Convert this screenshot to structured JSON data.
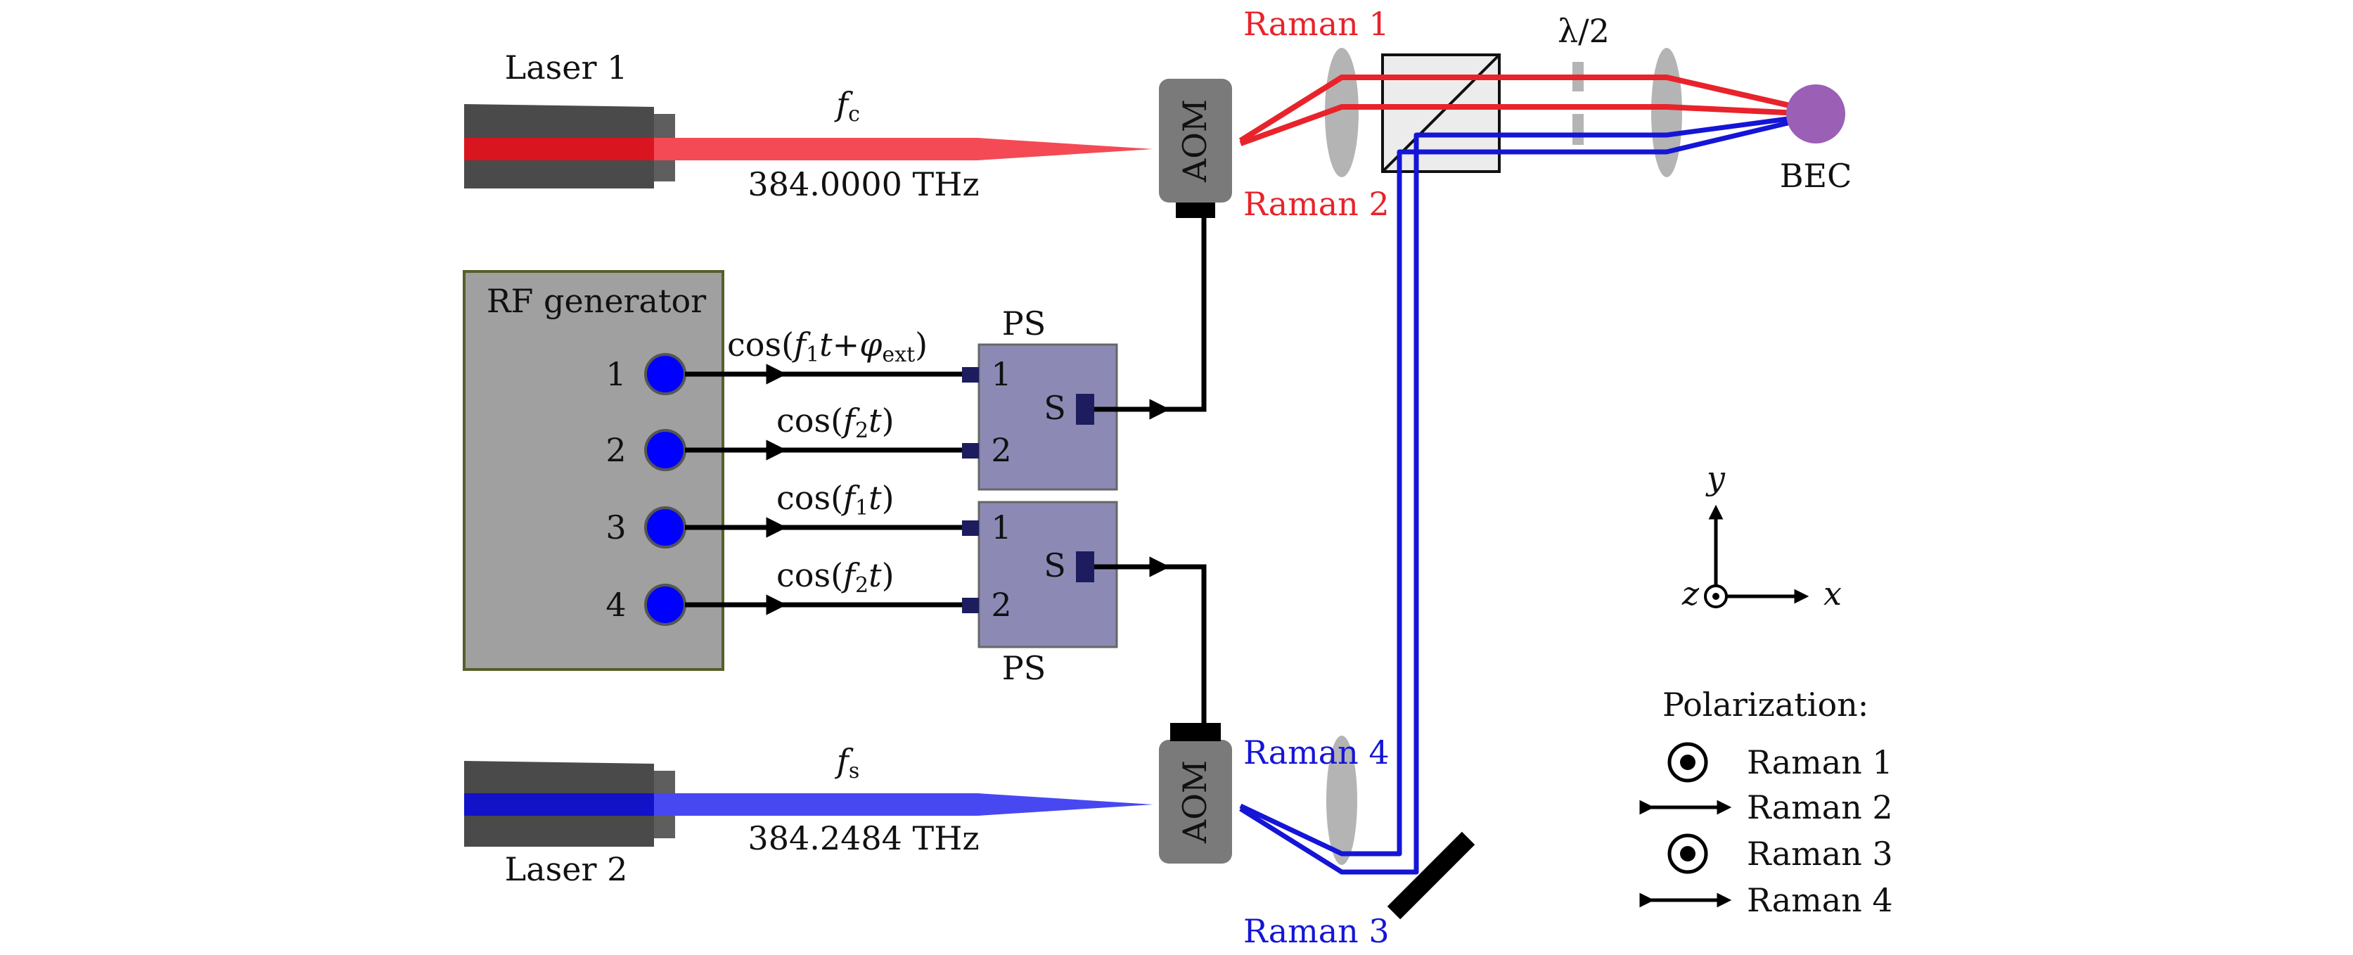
{
  "laser1": {
    "label": "Laser 1",
    "freq_symbol": "f",
    "freq_sub": "c",
    "freq_value": "384.0000 THz"
  },
  "laser2": {
    "label": "Laser 2",
    "freq_symbol": "f",
    "freq_sub": "s",
    "freq_value": "384.2484 THz"
  },
  "aom_label": "AOM",
  "rf_generator": {
    "title": "RF generator",
    "channels": [
      "1",
      "2",
      "3",
      "4"
    ]
  },
  "signals": {
    "s1": {
      "pre": "cos(",
      "f": "f",
      "fsub": "1",
      "t": "t",
      "plus": "+",
      "phi": "φ",
      "phisub": "ext",
      "post": ")"
    },
    "s2": {
      "pre": "cos(",
      "f": "f",
      "fsub": "2",
      "t": "t",
      "post": ")"
    },
    "s3": {
      "pre": "cos(",
      "f": "f",
      "fsub": "1",
      "t": "t",
      "post": ")"
    },
    "s4": {
      "pre": "cos(",
      "f": "f",
      "fsub": "2",
      "t": "t",
      "post": ")"
    }
  },
  "ps": {
    "label": "PS",
    "input1": "1",
    "input2": "2",
    "sum": "S"
  },
  "beams": {
    "raman1": "Raman 1",
    "raman2": "Raman 2",
    "raman3": "Raman 3",
    "raman4": "Raman 4"
  },
  "waveplate": "λ/2",
  "bec": "BEC",
  "axes": {
    "x": "x",
    "y": "y",
    "z": "z"
  },
  "polarization": {
    "title": "Polarization:",
    "items": [
      {
        "label": "Raman 1",
        "symbol": "out-of-plane"
      },
      {
        "label": "Raman 2",
        "symbol": "horizontal"
      },
      {
        "label": "Raman 3",
        "symbol": "out-of-plane"
      },
      {
        "label": "Raman 4",
        "symbol": "horizontal"
      }
    ]
  },
  "colors": {
    "red_beam": "#e8232b",
    "blue_beam": "#1515d6",
    "rf_box": "#a0a0a0",
    "rf_channel": "#0000ff",
    "ps_box": "#8c8ab5",
    "aom_box": "#7a7a7a",
    "bec": "#9b5fb6",
    "lens": "#b4b4b4"
  }
}
